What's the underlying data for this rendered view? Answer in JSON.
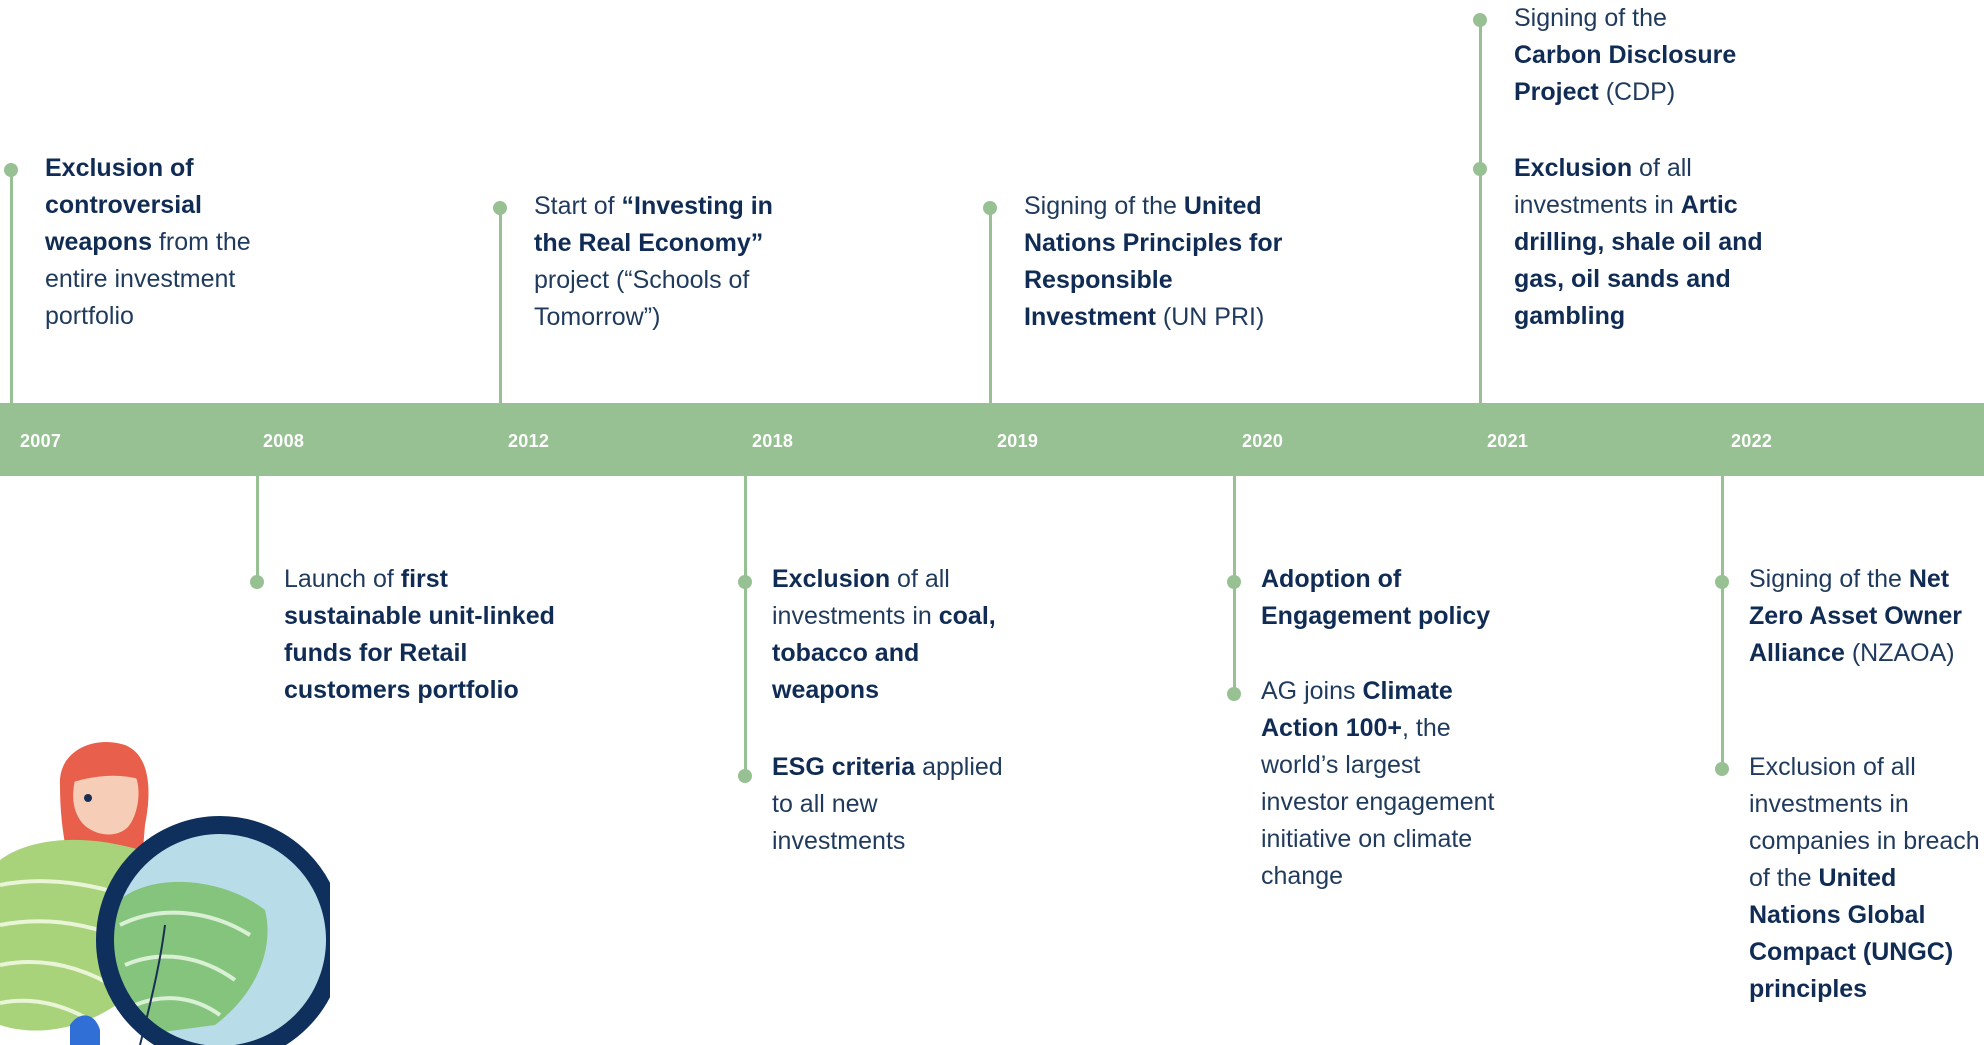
{
  "colors": {
    "band": "#97c193",
    "text": "#1f3a5c",
    "bold_text": "#102c55",
    "year_text": "#ffffff"
  },
  "years": [
    "2007",
    "2008",
    "2012",
    "2018",
    "2019",
    "2020",
    "2021",
    "2022"
  ],
  "events": {
    "e2007": {
      "b1": "Exclusion of controversial weapons",
      "t1": " from the entire investment portfolio"
    },
    "e2008": {
      "t1": "Launch of ",
      "b1": "first sustainable unit-linked funds for Retail customers portfolio"
    },
    "e2012": {
      "t1": "Start of ",
      "b1": "“Investing in the Real Economy”",
      "t2": " project (“Schools of Tomorrow”)"
    },
    "e2018a": {
      "b1": "Exclusion",
      "t1": " of all investments in ",
      "b2": "coal, tobacco and weapons"
    },
    "e2018b": {
      "b1": "ESG criteria",
      "t1": " applied to all new investments"
    },
    "e2019": {
      "t1": "Signing of the ",
      "b1": "United Nations Principles for Responsible Investment",
      "t2": " (UN PRI)"
    },
    "e2020a": {
      "b1": "Adoption of Engagement policy"
    },
    "e2020b": {
      "t1": "AG joins ",
      "b1": "Climate Action 100+",
      "t2": ", the world’s largest investor engagement initiative on climate change"
    },
    "e2021a": {
      "t1": "Signing of the ",
      "b1": "Carbon Disclosure Project",
      "t2": " (CDP)"
    },
    "e2021b": {
      "b1": "Exclusion",
      "t1": " of all investments in ",
      "b2": "Artic drilling, shale oil and gas, oil sands and gambling"
    },
    "e2022a": {
      "t1": "Signing of the ",
      "b1": "Net Zero Asset Owner Alliance",
      "t2": " (NZAOA)"
    },
    "e2022b": {
      "t1": "Exclusion of all investments in companies in breach of the ",
      "b1": "United Nations Global Compact (UNGC) principles"
    }
  }
}
